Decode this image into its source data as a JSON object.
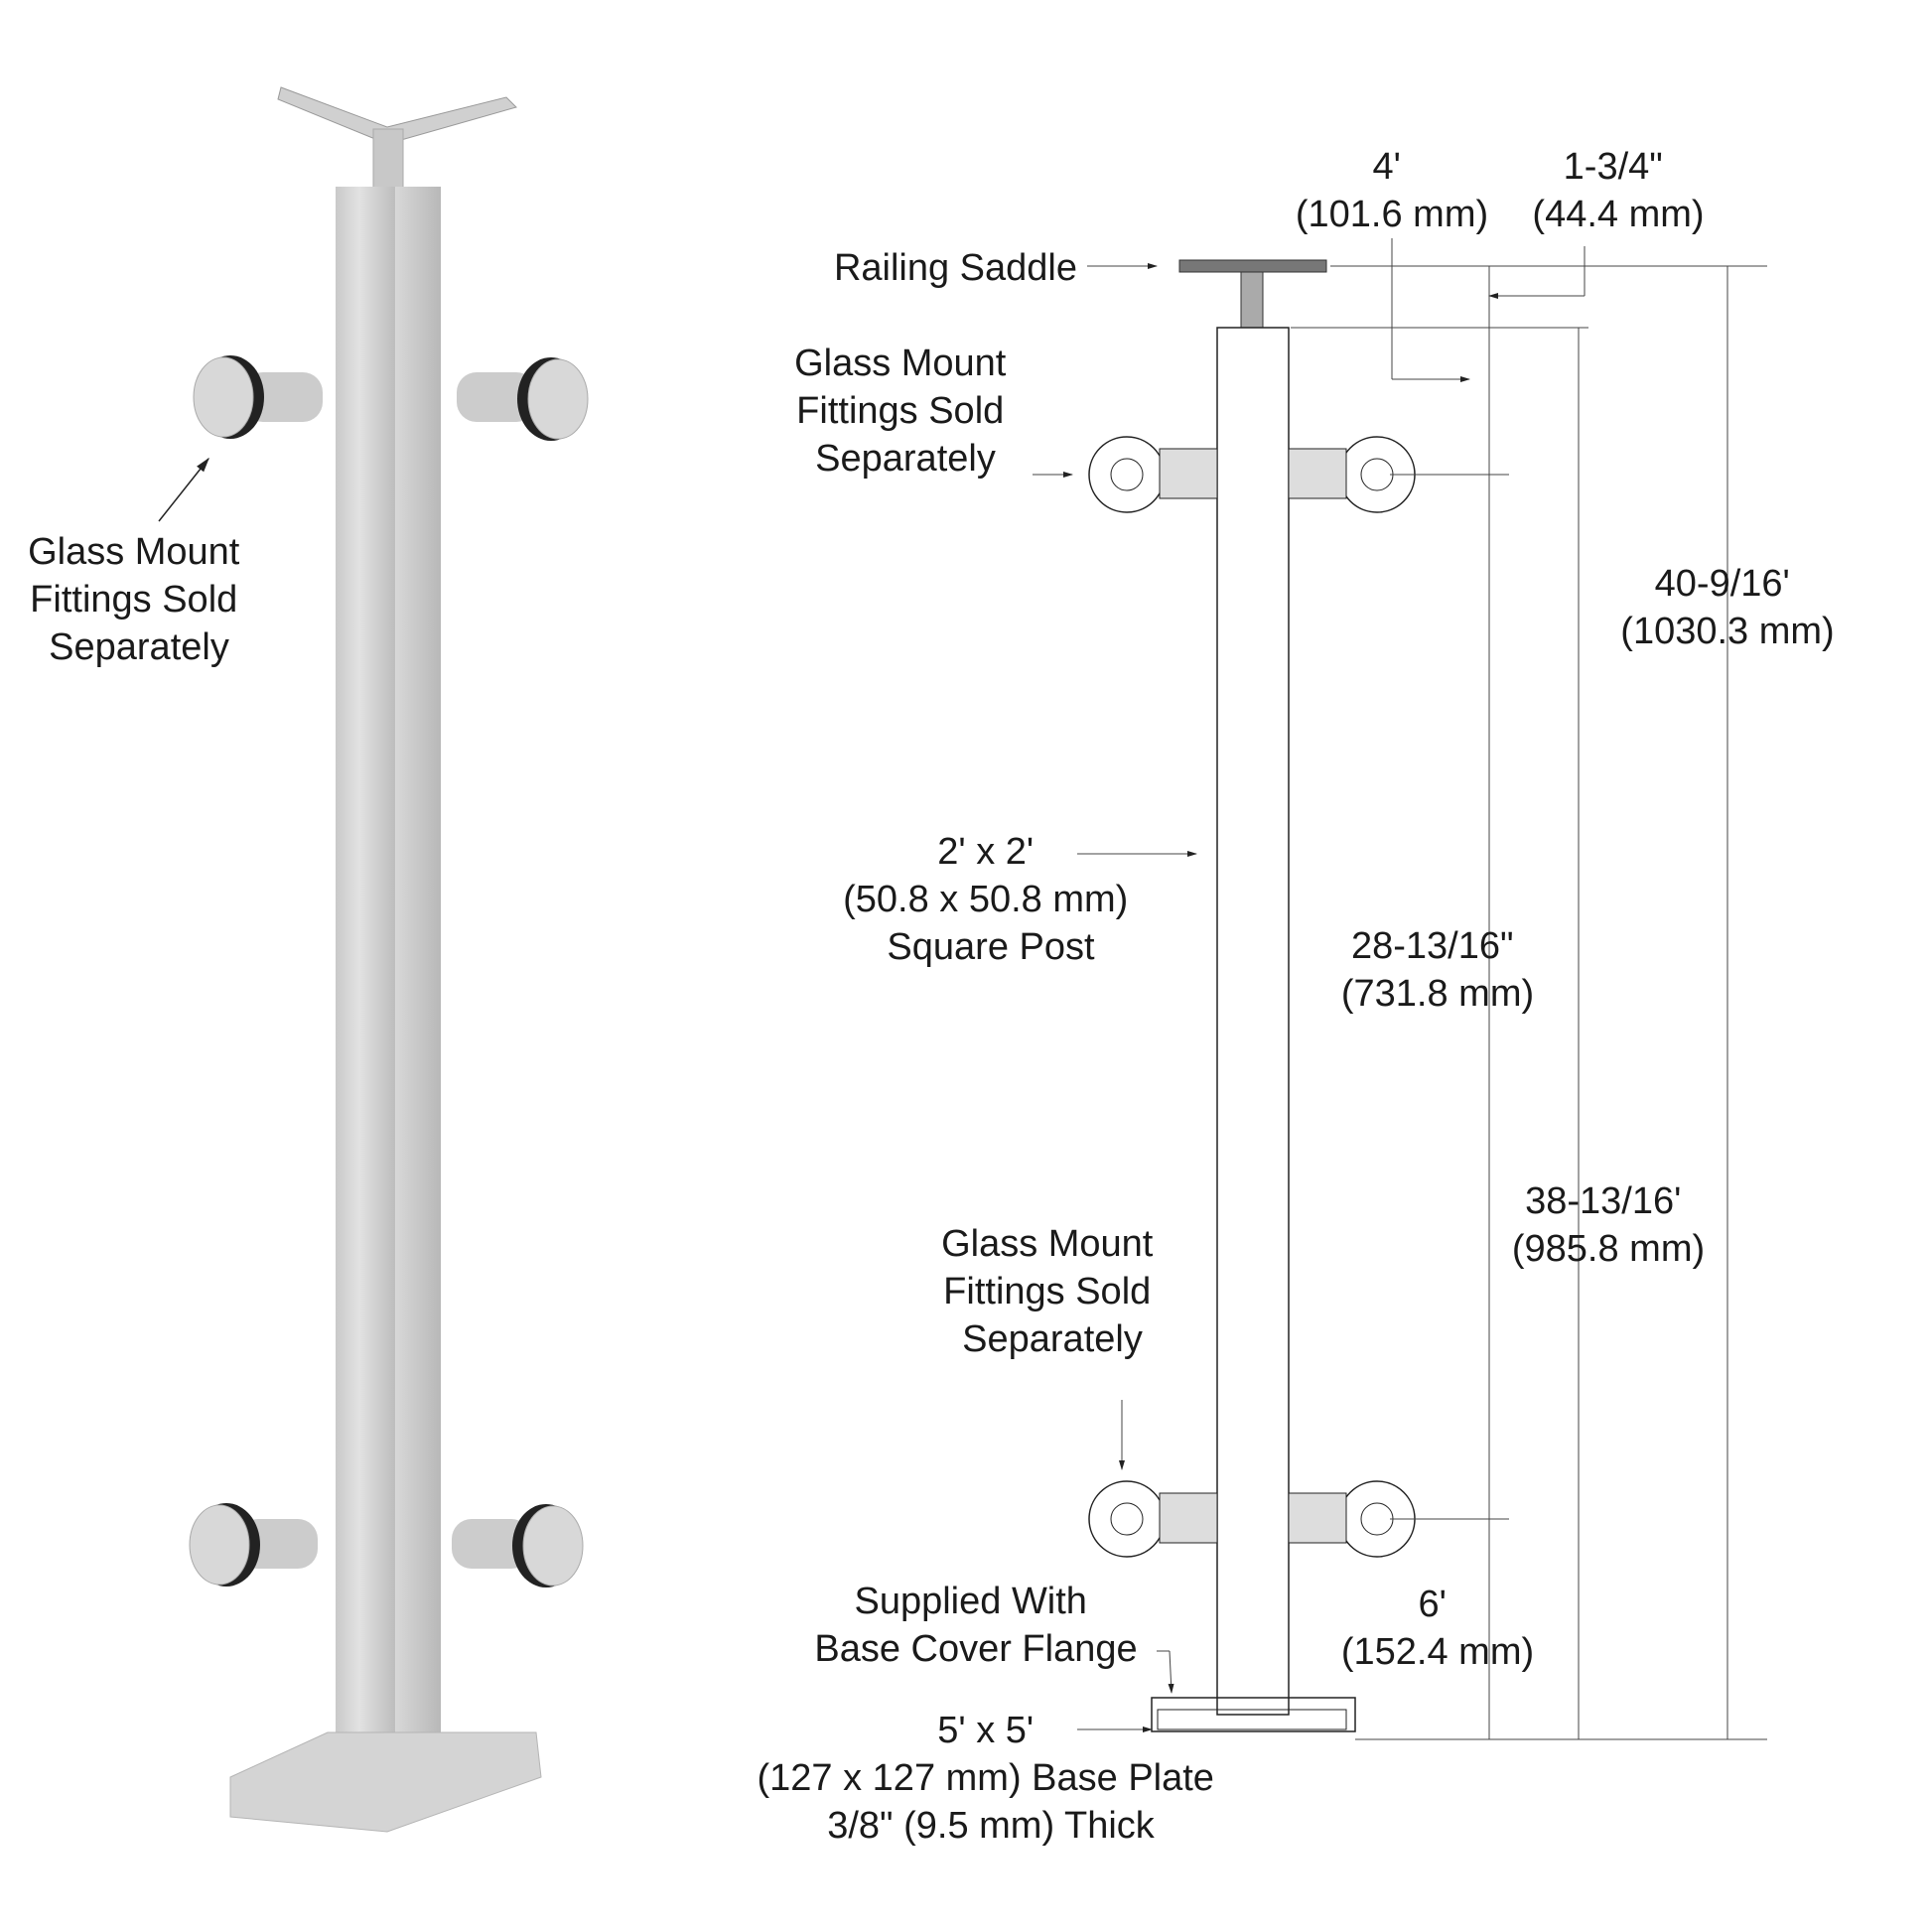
{
  "left_view": {
    "callout": [
      "Glass Mount",
      "Fittings Sold",
      "Separately"
    ]
  },
  "right_view": {
    "railing_saddle": "Railing Saddle",
    "glass_mount_top": [
      "Glass Mount",
      "Fittings Sold",
      "Separately"
    ],
    "glass_mount_bottom": [
      "Glass Mount",
      "Fittings Sold",
      "Separately"
    ],
    "square_post": [
      "2' x 2'",
      "(50.8 x 50.8 mm)",
      "Square Post"
    ],
    "base_cover": [
      "Supplied With",
      "Base Cover Flange"
    ],
    "base_plate": [
      "5' x 5'",
      "(127 x 127 mm) Base Plate",
      "3/8\" (9.5 mm) Thick"
    ],
    "dims": {
      "d4": [
        "4'",
        "(101.6 mm)"
      ],
      "d1_3_4": [
        "1-3/4\"",
        "(44.4 mm)"
      ],
      "d40": [
        "40-9/16'",
        "(1030.3 mm)"
      ],
      "d28": [
        "28-13/16\"",
        "(731.8 mm)"
      ],
      "d38": [
        "38-13/16'",
        "(985.8 mm)"
      ],
      "d6": [
        "6'",
        "(152.4 mm)"
      ]
    }
  }
}
